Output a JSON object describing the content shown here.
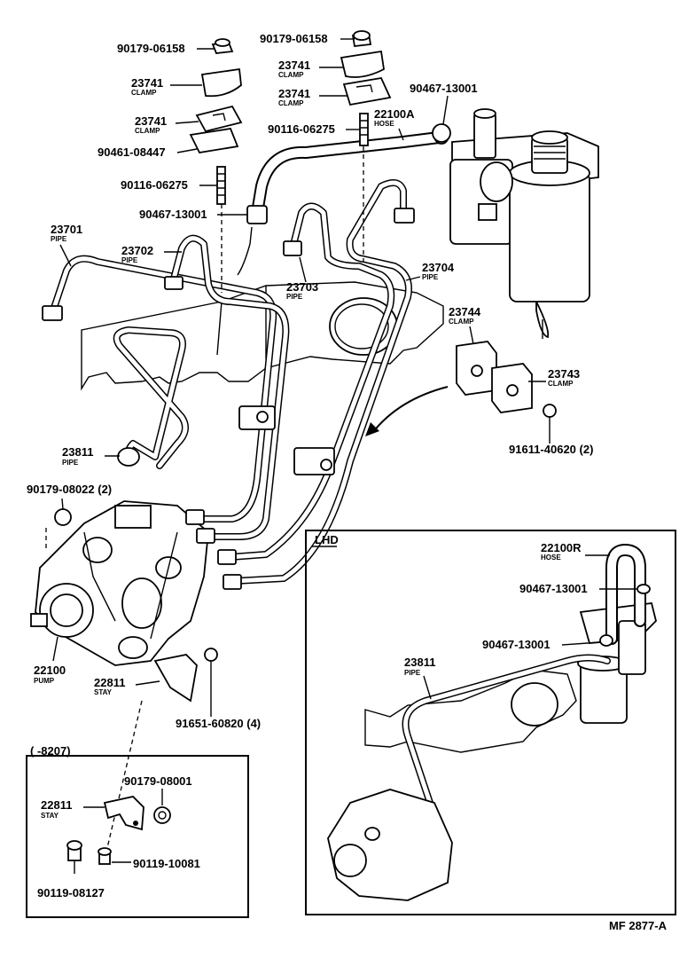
{
  "diagram_code": "MF 2877-A",
  "parts": [
    {
      "key": "nut_top_left",
      "number": "90179-06158",
      "name": ""
    },
    {
      "key": "clamp_a",
      "number": "23741",
      "name": "CLAMP"
    },
    {
      "key": "clamp_b",
      "number": "23741",
      "name": "CLAMP"
    },
    {
      "key": "bolt_a",
      "number": "90461-08447",
      "name": ""
    },
    {
      "key": "stud_left",
      "number": "90116-06275",
      "name": ""
    },
    {
      "key": "clip_left",
      "number": "90467-13001",
      "name": ""
    },
    {
      "key": "pipe_23701",
      "number": "23701",
      "name": "PIPE"
    },
    {
      "key": "pipe_23702",
      "number": "23702",
      "name": "PIPE"
    },
    {
      "key": "nut_top_right",
      "number": "90179-06158",
      "name": ""
    },
    {
      "key": "clamp_c",
      "number": "23741",
      "name": "CLAMP"
    },
    {
      "key": "clamp_d",
      "number": "23741",
      "name": "CLAMP"
    },
    {
      "key": "clip_top_right",
      "number": "90467-13001",
      "name": ""
    },
    {
      "key": "hose_22100a",
      "number": "22100A",
      "name": "HOSE"
    },
    {
      "key": "stud_right",
      "number": "90116-06275",
      "name": ""
    },
    {
      "key": "pipe_23703",
      "number": "23703",
      "name": "PIPE"
    },
    {
      "key": "pipe_23704",
      "number": "23704",
      "name": "PIPE"
    },
    {
      "key": "clamp_23744",
      "number": "23744",
      "name": "CLAMP"
    },
    {
      "key": "clamp_23743",
      "number": "23743",
      "name": "CLAMP"
    },
    {
      "key": "bolt_91611",
      "number": "91611-40620 (2)",
      "name": ""
    },
    {
      "key": "pipe_23811",
      "number": "23811",
      "name": "PIPE"
    },
    {
      "key": "nut_90179_08022",
      "number": "90179-08022 (2)",
      "name": ""
    },
    {
      "key": "pump_22100",
      "number": "22100",
      "name": "PUMP"
    },
    {
      "key": "stay_22811",
      "number": "22811",
      "name": "STAY"
    },
    {
      "key": "bolt_91651",
      "number": "91651-60820 (4)",
      "name": ""
    }
  ],
  "inset_old": {
    "range_label": "(     -8207)",
    "parts": [
      {
        "key": "stay",
        "number": "22811",
        "name": "STAY"
      },
      {
        "key": "nut",
        "number": "90179-08001",
        "name": ""
      },
      {
        "key": "bolt_a",
        "number": "90119-10081",
        "name": ""
      },
      {
        "key": "bolt_b",
        "number": "90119-08127",
        "name": ""
      }
    ]
  },
  "inset_lhd": {
    "title": "LHD",
    "parts": [
      {
        "key": "hose",
        "number": "22100R",
        "name": "HOSE"
      },
      {
        "key": "clip_a",
        "number": "90467-13001",
        "name": ""
      },
      {
        "key": "clip_b",
        "number": "90467-13001",
        "name": ""
      },
      {
        "key": "pipe",
        "number": "23811",
        "name": "PIPE"
      }
    ]
  }
}
